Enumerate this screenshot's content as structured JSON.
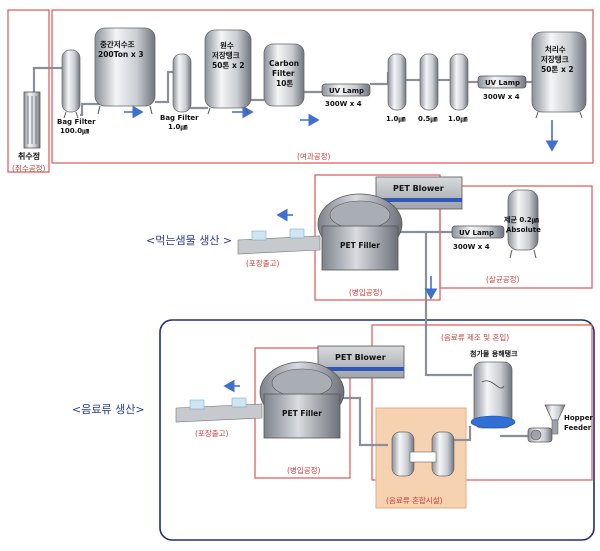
{
  "intake": {
    "label": "취수정",
    "caption": "(취수공정)"
  },
  "filtration": {
    "caption": "(여과공정)",
    "bag_filter_1": {
      "name": "Bag Filter",
      "spec": "100.0㎛"
    },
    "mid_tank": {
      "name": "중간저수조",
      "spec": "200Ton x 3"
    },
    "bag_filter_2": {
      "name": "Bag Filter",
      "spec": "1.0㎛"
    },
    "raw_tank": {
      "name": "원수",
      "name2": "저장탱크",
      "spec": "50톤 x 2"
    },
    "carbon_filter": {
      "name": "Carbon",
      "name2": "Filter",
      "spec": "10톤"
    },
    "uv_lamp_1": {
      "name": "UV Lamp",
      "spec": "300W x 4"
    },
    "micro_filters": [
      "1.0㎛",
      "0.5㎛",
      "1.0㎛"
    ],
    "uv_lamp_2": {
      "name": "UV Lamp",
      "spec": "300W x 4"
    },
    "treated_tank": {
      "name": "처리수",
      "name2": "저장탱크",
      "spec": "50톤 x 2"
    }
  },
  "drinking": {
    "title": "<먹는샘물 생산 >",
    "blower": "PET Blower",
    "filler": "PET Filler",
    "packaging": "(포장출고)",
    "bottling": "(병입공정)",
    "sterilize_filter": {
      "name": "제균 0.2㎛",
      "name2": "Absolute"
    },
    "uv_lamp": {
      "name": "UV Lamp",
      "spec": "300W x 4"
    },
    "sterilize_caption": "(살균공정)"
  },
  "beverage": {
    "title": "<음료류 생산>",
    "blower": "PET Blower",
    "filler": "PET Filler",
    "packaging": "(포장출고)",
    "bottling": "(병입공정)",
    "prep_caption": "(음료류 제조 및 혼입)",
    "additive_tank": "첨가물 용해탱크",
    "hopper": {
      "name": "Hopper",
      "name2": "Feeder"
    },
    "mixing_caption": "(음료류 혼합시설)"
  },
  "colors": {
    "frame_red": "#e05555",
    "frame_navy": "#1f2f7a",
    "arrow_blue": "#3f6fd0",
    "mix_box": "#f7d2b0"
  },
  "icons": [
    "tank-icon",
    "filter-icon",
    "uv-lamp-icon",
    "blower-icon",
    "filler-icon",
    "conveyor-icon",
    "pump-icon",
    "hopper-icon"
  ]
}
